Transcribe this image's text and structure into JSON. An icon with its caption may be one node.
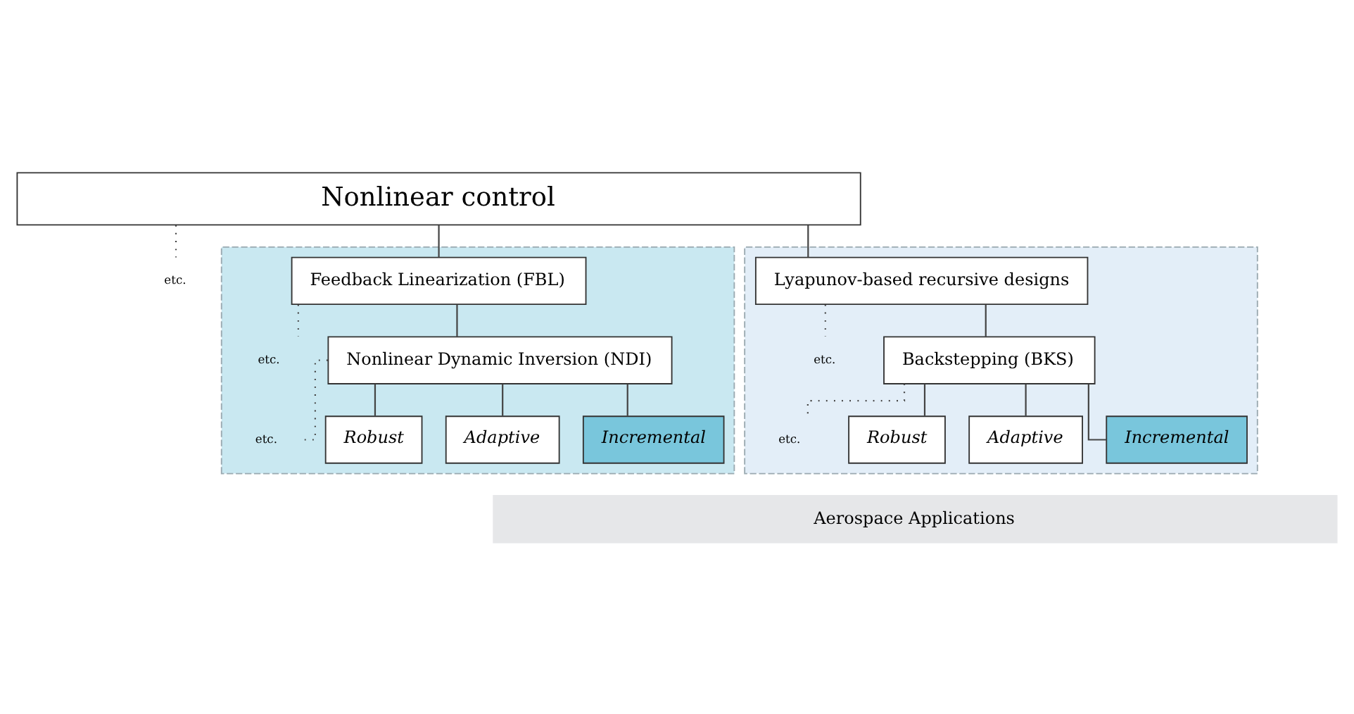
{
  "diagram": {
    "nodes": [
      {
        "text": [
          "Nonlinear control"
        ]
      },
      {
        "text": [
          "etc."
        ]
      },
      {
        "text": [],
        "shape": "box"
      },
      {
        "text": [
          "Feedback Linearization (FBL)"
        ],
        "in": 2
      },
      {
        "text": [
          "etc."
        ],
        "in": 2
      },
      {
        "text": [
          "Nonlinear Dynamic Inversion (NDI)"
        ],
        "in": 2
      },
      {
        "text": [
          "etc."
        ],
        "in": 2
      },
      {
        "text": [
          "Robust"
        ],
        "in": 2
      },
      {
        "text": [
          "Adaptive"
        ],
        "in": 2
      },
      {
        "text": [
          "Incremental"
        ],
        "in": 2
      },
      {
        "text": [],
        "shape": "box"
      },
      {
        "text": [
          "Lyapunov-based recursive designs"
        ],
        "in": 10
      },
      {
        "text": [
          "etc."
        ],
        "in": 10
      },
      {
        "text": [
          "Backstepping (BKS)"
        ],
        "in": 10
      },
      {
        "text": [
          "etc."
        ],
        "in": 10
      },
      {
        "text": [
          "Robust"
        ],
        "in": 10
      },
      {
        "text": [
          "Adaptive"
        ],
        "in": 10
      },
      {
        "text": [
          "Incremental"
        ],
        "in": 10
      },
      {
        "text": [
          "Aerospace Applications"
        ]
      }
    ],
    "edges": [
      {
        "from": 0,
        "to": 1,
        "arrow": "none",
        "style": "dashed"
      },
      {
        "from": 0,
        "to": 3,
        "arrow": "none"
      },
      {
        "from": 0,
        "to": 11,
        "arrow": "none"
      },
      {
        "from": 3,
        "to": 4,
        "arrow": "none",
        "style": "dashed"
      },
      {
        "from": 3,
        "to": 5,
        "arrow": "none"
      },
      {
        "from": 5,
        "to": 6,
        "arrow": "none",
        "style": "dashed"
      },
      {
        "from": 5,
        "to": 7,
        "arrow": "none"
      },
      {
        "from": 5,
        "to": 8,
        "arrow": "none"
      },
      {
        "from": 5,
        "to": 9,
        "arrow": "none"
      },
      {
        "from": 11,
        "to": 12,
        "arrow": "none",
        "style": "dashed"
      },
      {
        "from": 11,
        "to": 13,
        "arrow": "none"
      },
      {
        "from": 13,
        "to": 14,
        "arrow": "none",
        "style": "dashed"
      },
      {
        "from": 13,
        "to": 15,
        "arrow": "none"
      },
      {
        "from": 13,
        "to": 16,
        "arrow": "none"
      },
      {
        "from": 13,
        "to": 17,
        "arrow": "none"
      }
    ]
  }
}
